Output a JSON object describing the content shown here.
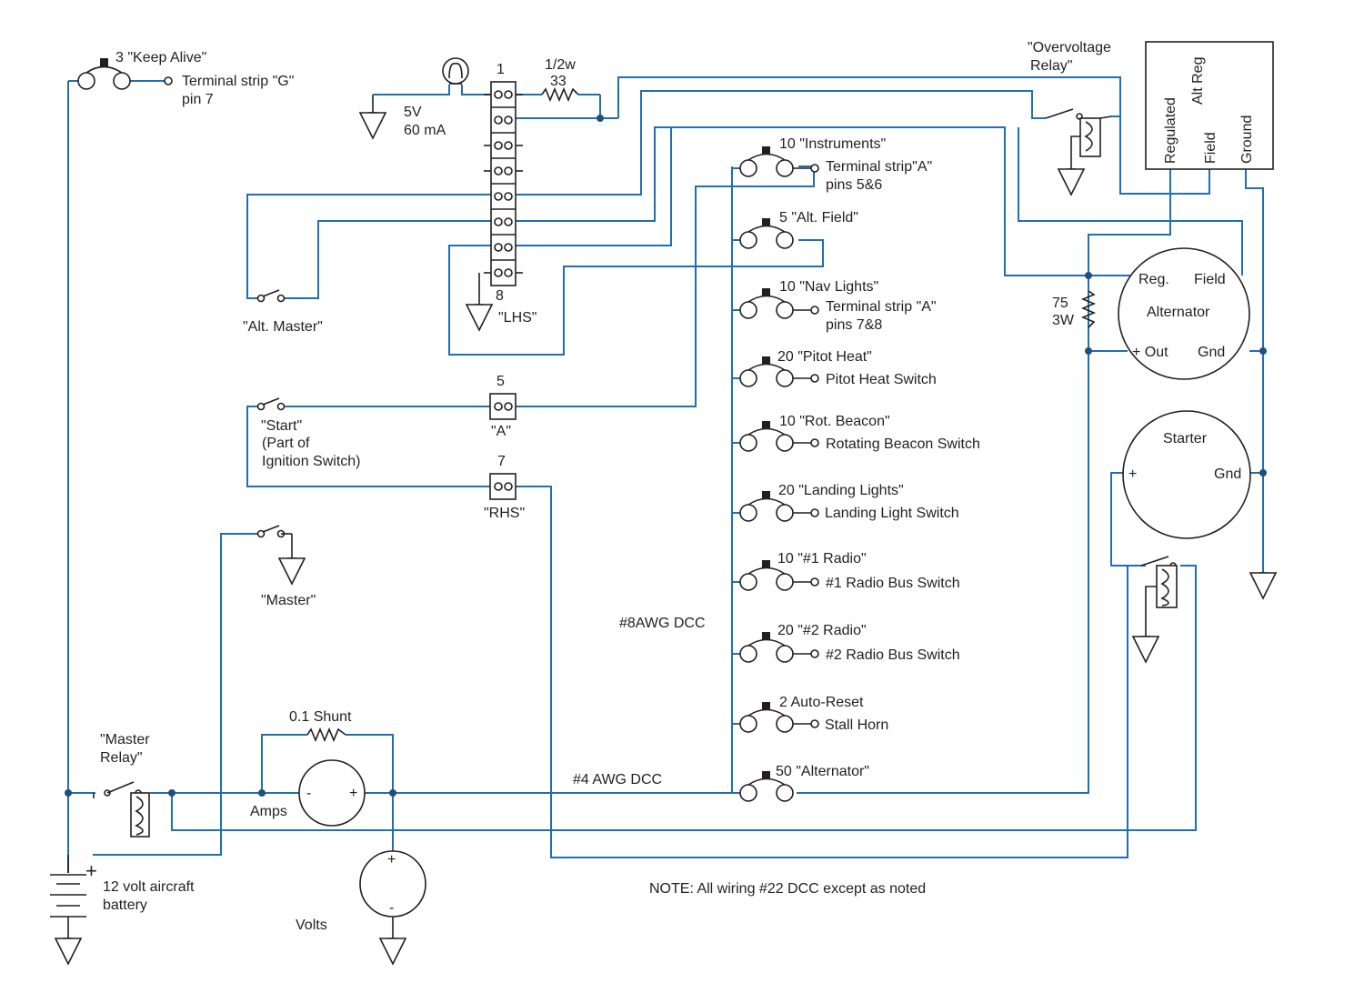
{
  "colors": {
    "wire": "#1f6fb2",
    "ink": "#231f20",
    "background": "#ffffff"
  },
  "keep_alive": {
    "rating": "3 \"Keep Alive\"",
    "dest1": "Terminal strip \"G\"",
    "dest2": "pin 7"
  },
  "lamp": {
    "v": "5V",
    "ma": "60 mA"
  },
  "resistor_top": {
    "w": "1/2w",
    "ohm": "33"
  },
  "lhs": {
    "pin_top": "1",
    "pin_bot": "8",
    "label": "\"LHS\""
  },
  "alt_master": "\"Alt. Master\"",
  "strip_a": {
    "num": "5",
    "label": "\"A\""
  },
  "rhs": {
    "num": "7",
    "label": "\"RHS\""
  },
  "start_switch": {
    "l1": "\"Start\"",
    "l2": "(Part of",
    "l3": "Ignition Switch)"
  },
  "master_switch": "\"Master\"",
  "master_relay": {
    "l1": "\"Master",
    "l2": "Relay\""
  },
  "battery": {
    "plus": "+",
    "l1": "12 volt aircraft",
    "l2": "battery"
  },
  "shunt": "0.1 Shunt",
  "amps": {
    "label": "Amps",
    "minus": "-",
    "plus": "+"
  },
  "volts": {
    "label": "Volts",
    "plus": "+",
    "minus": "-"
  },
  "wire_labels": {
    "awg8": "#8AWG DCC",
    "awg4": "#4 AWG DCC"
  },
  "note": "NOTE:  All wiring #22 DCC except as noted",
  "breakers": [
    {
      "rating": "10 \"Instruments\"",
      "dest1": "Terminal strip\"A\"",
      "dest2": "pins 5&6"
    },
    {
      "rating": "5 \"Alt. Field\"",
      "dest1": "",
      "dest2": ""
    },
    {
      "rating": "10 \"Nav Lights\"",
      "dest1": "Terminal strip \"A\"",
      "dest2": "pins 7&8"
    },
    {
      "rating": "20 \"Pitot Heat\"",
      "dest1": "Pitot Heat Switch",
      "dest2": ""
    },
    {
      "rating": "10 \"Rot. Beacon\"",
      "dest1": "Rotating Beacon Switch",
      "dest2": ""
    },
    {
      "rating": "20 \"Landing Lights\"",
      "dest1": "Landing Light Switch",
      "dest2": ""
    },
    {
      "rating": "10 \"#1 Radio\"",
      "dest1": "#1 Radio Bus Switch",
      "dest2": ""
    },
    {
      "rating": "20 \"#2 Radio\"",
      "dest1": "#2 Radio Bus Switch",
      "dest2": ""
    },
    {
      "rating": "2 Auto-Reset",
      "dest1": "Stall Horn",
      "dest2": ""
    },
    {
      "rating": "50 \"Alternator\"",
      "dest1": "",
      "dest2": ""
    }
  ],
  "ov_relay": {
    "l1": "\"Overvoltage",
    "l2": "Relay\""
  },
  "alt_reg": {
    "title": "Alt Reg",
    "regulated": "Regulated",
    "field": "Field",
    "ground": "Ground"
  },
  "field_resistor": {
    "ohm": "75",
    "w": "3W"
  },
  "alternator": {
    "title": "Alternator",
    "reg": "Reg.",
    "field": "Field",
    "out": "+ Out",
    "gnd": "Gnd"
  },
  "starter": {
    "title": "Starter",
    "plus": "+",
    "gnd": "Gnd"
  }
}
